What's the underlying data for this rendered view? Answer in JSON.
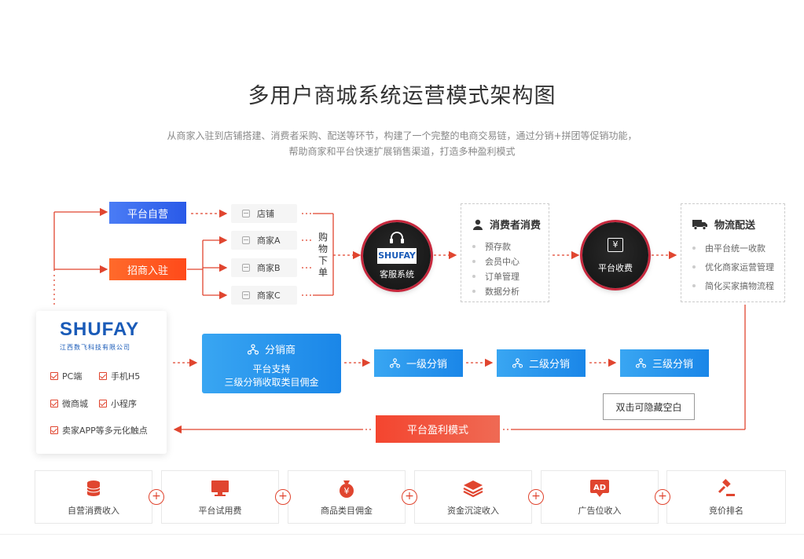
{
  "title": "多用户商城系统运营模式架构图",
  "subtitle_line1": "从商家入驻到店铺搭建、消费者采购、配送等环节，构建了一个完整的电商交易链，通过分销+拼团等促销功能，",
  "subtitle_line2": "帮助商家和平台快速扩展销售渠道，打造多种盈利模式",
  "entry": {
    "self_operated": "平台自营",
    "merchant_join": "招商入驻"
  },
  "shops": [
    "店铺",
    "商家A",
    "商家B",
    "商家C"
  ],
  "order_label": "购物下单",
  "customer_service": {
    "logo": "SHUFAY",
    "label": "客服系统"
  },
  "consumer": {
    "title": "消费者消费",
    "items": [
      "预存款",
      "会员中心",
      "订单管理",
      "数据分析"
    ]
  },
  "platform_fee": {
    "symbol": "¥",
    "label": "平台收费"
  },
  "logistics": {
    "title": "物流配送",
    "items": [
      "由平台统一收款",
      "优化商家运营管理",
      "简化买家搞物流程"
    ]
  },
  "brand": {
    "logo_text": "SHUFAY",
    "company": "江西数飞科技有限公司",
    "features": [
      "PC端",
      "手机H5",
      "微商城",
      "小程序",
      "卖家APP等多元化触点"
    ]
  },
  "distribution": {
    "title": "分销商",
    "desc_line1": "平台支持",
    "desc_line2": "三级分销收取类目佣金",
    "levels": [
      "一级分销",
      "二级分销",
      "三级分销"
    ]
  },
  "note": "双击可隐藏空白",
  "profit_model": "平台盈利模式",
  "revenue": [
    "自营消费收入",
    "平台试用费",
    "商品类目佣金",
    "资金沉淀收入",
    "广告位收入",
    "竞价排名"
  ],
  "colors": {
    "blue": "#2a5ae8",
    "orange": "#ff5a22",
    "cyan": "#1a86e8",
    "red": "#e0452f"
  }
}
